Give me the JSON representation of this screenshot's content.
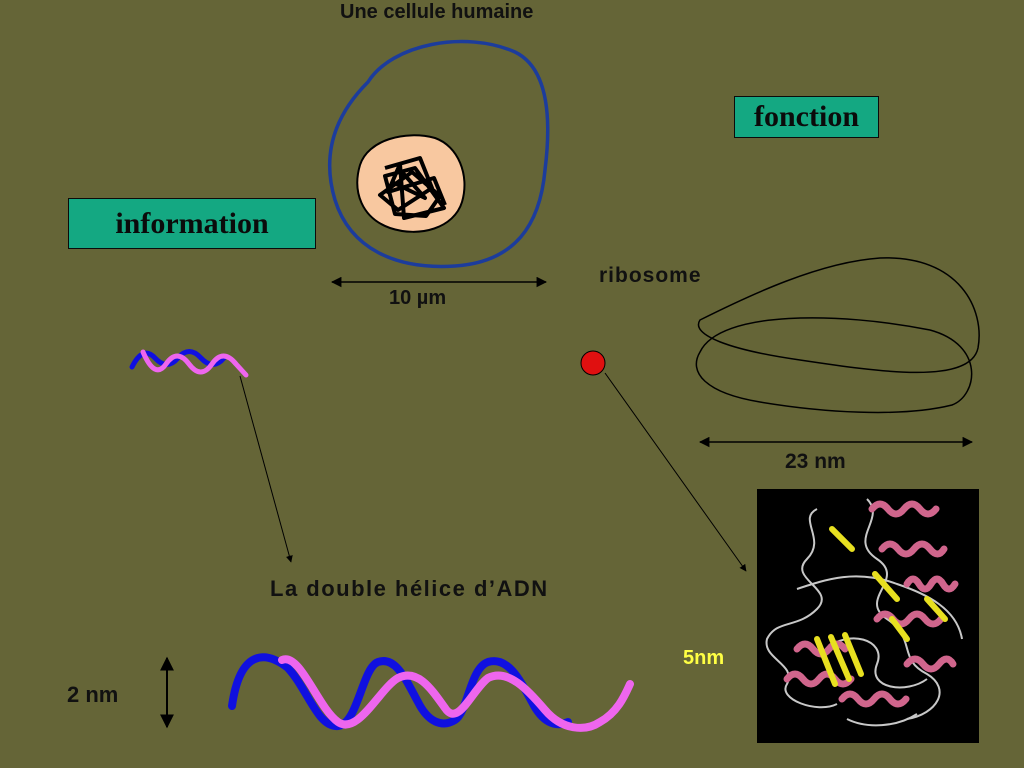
{
  "labels": {
    "cell_title": "Une cellule humaine",
    "information": "information",
    "fonction": "fonction",
    "cell_size": "10 µm",
    "ribosome": "ribosome",
    "ribosome_size": "23 nm",
    "dna_title": "La double hélice d’ADN",
    "dna_size": "2 nm",
    "protein_size": "5nm"
  },
  "colors": {
    "background": "#656537",
    "label_box": "#14a882",
    "cell_membrane": "#1c3c9c",
    "nucleus": "#f8c8a0",
    "dna_strand_1": "#1010e0",
    "dna_strand_2": "#ee66ee",
    "ribosome_dot": "#e01010",
    "protein_helix": "#d0658c",
    "protein_sheet": "#e8e020",
    "protein_coil": "#c8c8c8",
    "protein_size_label": "#ffff44"
  }
}
